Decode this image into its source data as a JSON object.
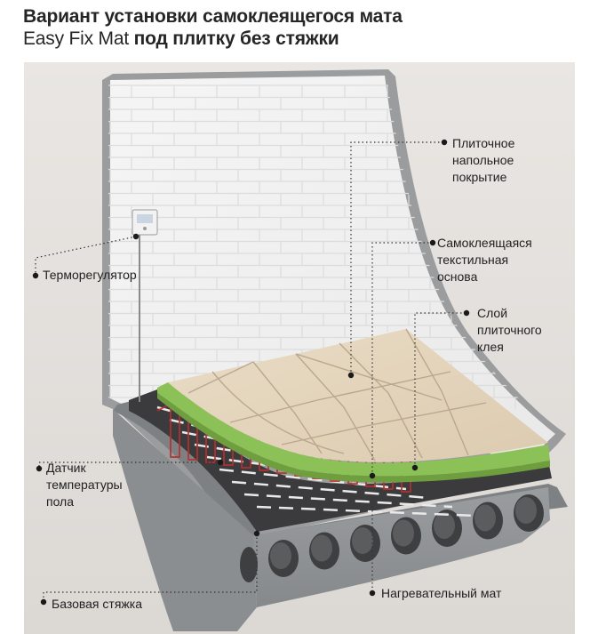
{
  "heading": {
    "line1": "Вариант установки самоклеящегося мата",
    "line2_regular": "Easy Fix Mat",
    "line2_bold": "под плитку без стяжки"
  },
  "callouts": {
    "tile_covering": "Плиточное\nнапольное\nпокрытие",
    "self_adhesive_base": "Самоклеящаяся\nтекстильная\nоснова",
    "tile_adhesive": "Слой\nплиточного\nклея",
    "thermostat": "Терморегулятор",
    "floor_sensor": "Датчик\nтемпературы\nпола",
    "base_screed": "Базовая стяжка",
    "heating_mat": "Нагревательный мат"
  },
  "colors": {
    "background": "#ffffff",
    "scene_backdrop": "#ece9e6",
    "slab": "#8f9294",
    "wall": "#f3f3f3",
    "tiles": "#e6d7bf",
    "adhesive_layer": "#8fc25a",
    "mat": "#3a3a3c",
    "cable": "#b5302e",
    "callout_dots": "#1a1a1a"
  },
  "icons": {
    "thermostat": "thermostat-icon"
  }
}
